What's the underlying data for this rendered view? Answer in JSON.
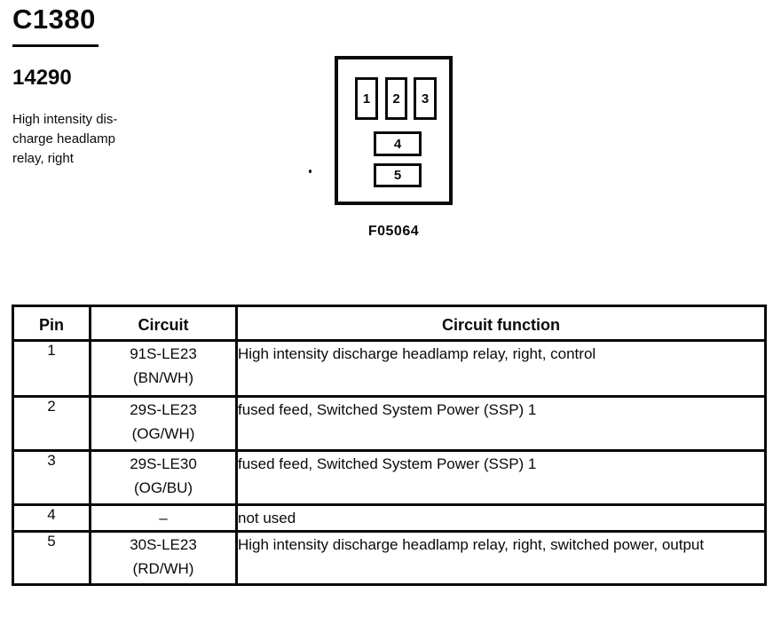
{
  "header": {
    "connector_id": "C1380",
    "part_number": "14290",
    "description_lines": [
      "High intensity dis-",
      "charge headlamp",
      "relay, right"
    ]
  },
  "connector": {
    "pins": [
      "1",
      "2",
      "3",
      "4",
      "5"
    ],
    "figure_caption": "F05064"
  },
  "table": {
    "headers": [
      "Pin",
      "Circuit",
      "Circuit function"
    ],
    "rows": [
      {
        "pin": "1",
        "circuit": "91S-LE23",
        "color": "(BN/WH)",
        "function": "High intensity discharge headlamp relay, right, control"
      },
      {
        "pin": "2",
        "circuit": "29S-LE23",
        "color": "(OG/WH)",
        "function": "fused feed, Switched System Power (SSP) 1"
      },
      {
        "pin": "3",
        "circuit": "29S-LE30",
        "color": "(OG/BU)",
        "function": "fused feed, Switched System Power (SSP) 1"
      },
      {
        "pin": "4",
        "circuit": "–",
        "color": "",
        "function": "not used"
      },
      {
        "pin": "5",
        "circuit": "30S-LE23",
        "color": "(RD/WH)",
        "function": "High intensity discharge headlamp relay, right, switched power, output"
      }
    ]
  },
  "colors": {
    "ink": "#0a0a0a",
    "paper": "#ffffff"
  }
}
